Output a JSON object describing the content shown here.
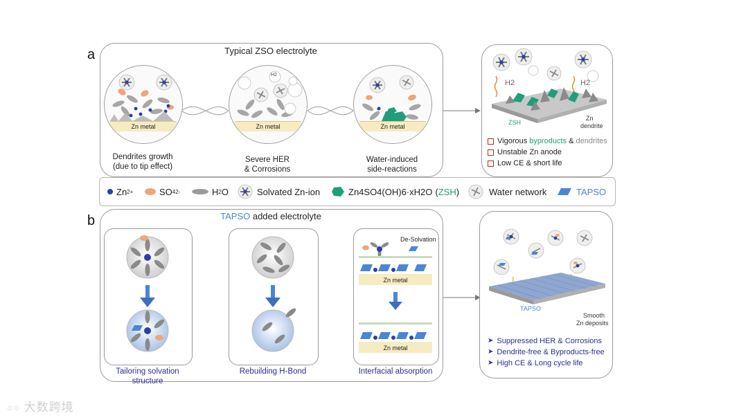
{
  "panel_a": {
    "letter": "a",
    "title": "Typical ZSO electrolyte",
    "circles": [
      {
        "label_line1": "Dendrites growth",
        "label_line2": "(due to tip effect)",
        "metal": "Zn metal"
      },
      {
        "label_line1": "Severe HER",
        "label_line2": "& Corrosions",
        "metal": "Zn metal",
        "gas": "H2"
      },
      {
        "label_line1": "Water-induced",
        "label_line2": "side-reactions",
        "metal": "Zn metal"
      }
    ],
    "result": {
      "gas_left": "H2",
      "gas_right": "H2",
      "zsh_label": "ZSH",
      "dendrite_label_1": "Zn",
      "dendrite_label_2": "dendrite",
      "items": [
        {
          "pre": "Vigorous ",
          "green": "byproducts",
          "mid": " & ",
          "grey": "dendrites"
        },
        {
          "text": "Unstable Zn anode"
        },
        {
          "text": "Low CE & short life"
        }
      ]
    }
  },
  "legend": {
    "zn_ion": "Zn",
    "zn_ion_sup": "2+",
    "so4": "SO",
    "so4_sub": "4",
    "so4_sup": "2-",
    "h2o": "H",
    "h2o_sub": "2",
    "h2o_tail": "O",
    "solvated": "Solvated Zn-ion",
    "zsh_formula": "Zn4SO4(OH)6·xH2O",
    "zsh_abbr": "ZSH",
    "water_network": "Water network",
    "tapso": "TAPSO"
  },
  "panel_b": {
    "letter": "b",
    "title_blue": "TAPSO",
    "title_rest": " added electrolyte",
    "boxes": [
      {
        "label": "Tailoring solvation structure"
      },
      {
        "label": "Rebuilding H-Bond"
      },
      {
        "label": "Interfacial absorption",
        "desolvation": "De-Solvation",
        "metal_top": "Zn metal",
        "metal_bottom": "Zn metal"
      }
    ],
    "result": {
      "tapso_label": "TAPSO",
      "smooth_label_1": "Smooth",
      "smooth_label_2": "Zn deposits",
      "items": [
        "Suppressed HER & Corrosions",
        "Dendrite-free & Byproducts-free",
        "High CE & Long cycle life"
      ]
    }
  },
  "watermark": "大数跨境",
  "colors": {
    "zn_blue": "#2a3fa8",
    "so4_orange": "#eea57a",
    "h2o_grey": "#9a9a9a",
    "zsh_green": "#1f9e7a",
    "tapso_blue": "#4a86d4",
    "bullet_red": "#b3261e",
    "text_blue": "#2b2f8f"
  }
}
